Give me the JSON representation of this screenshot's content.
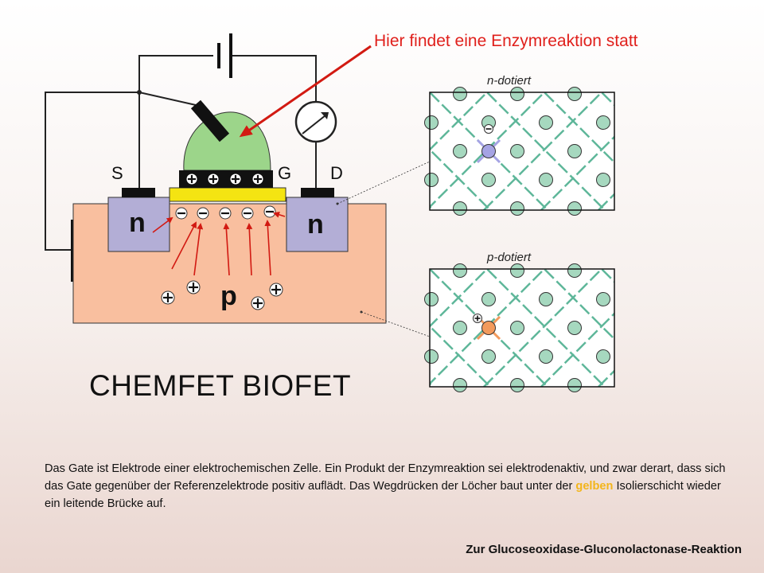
{
  "diagram": {
    "labels": {
      "source": "S",
      "gate": "G",
      "drain": "D",
      "n_left": "n",
      "n_right": "n",
      "p_region": "p",
      "n_doped": "n-dotiert",
      "p_doped": "p-dotiert"
    },
    "hint": "Hier findet eine Enzymreaktion statt",
    "colors": {
      "substrate": "#f9bf9f",
      "n_region": "#b3aed6",
      "enzyme": "#9cd58a",
      "insulator": "#f4e412",
      "arrow": "#d21a12",
      "lattice_atom": "#a6d8bf",
      "lattice_bond": "#5fb79a",
      "donor_atom": "#a5a3e4",
      "acceptor_atom": "#f39a5c"
    }
  },
  "title": "CHEMFET  BIOFET",
  "description": {
    "part1": "Das Gate ist Elektrode einer elektrochemischen Zelle. Ein Produkt der Enzymreaktion sei elektrodenaktiv, und zwar derart, dass sich das Gate gegenüber der Referenzelektrode positiv auflädt. Das Wegdrücken der Löcher baut unter der ",
    "highlight": "gelben",
    "part2": " Isolierschicht wieder ein leitende Brücke auf."
  },
  "footer_link": "Zur Glucoseoxidase-Gluconolactonase-Reaktion"
}
